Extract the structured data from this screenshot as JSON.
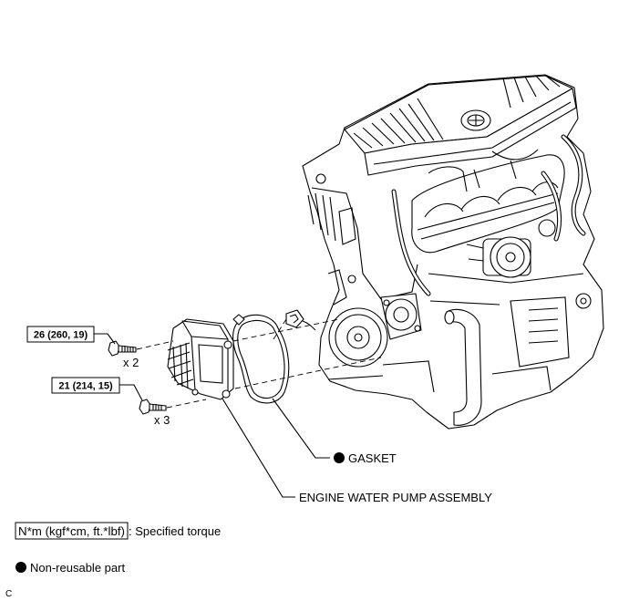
{
  "diagram": {
    "callouts": {
      "torque_upper": "26 (260, 19)",
      "qty_upper": "x 2",
      "torque_lower": "21 (214, 15)",
      "qty_lower": "x 3",
      "gasket": "GASKET",
      "pump_assembly": "ENGINE WATER PUMP ASSEMBLY"
    },
    "legend": {
      "torque_unit": "N*m (kgf*cm, ft.*lbf)",
      "torque_meaning": ": Specified torque",
      "non_reusable": "Non-reusable part"
    },
    "figure_code": "C"
  },
  "symbols": {
    "non_reusable_marker": "filled-circle",
    "torque_marker": "boxed-value"
  },
  "colors": {
    "line": "#000000",
    "background": "#ffffff"
  }
}
